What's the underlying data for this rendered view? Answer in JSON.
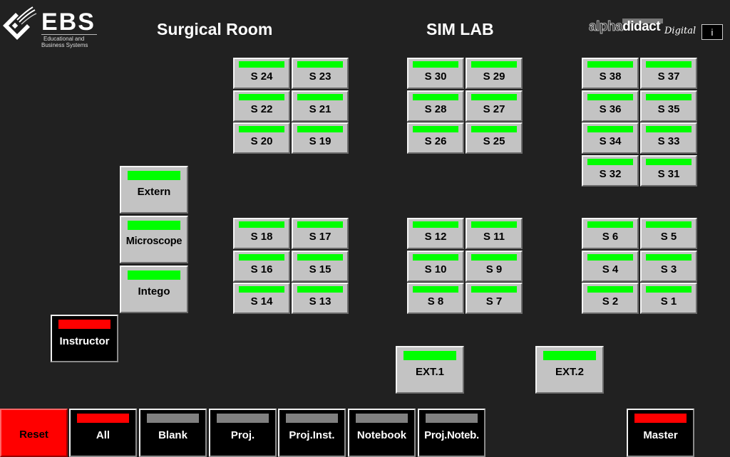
{
  "header": {
    "logo": {
      "name": "EBS",
      "subtitle_line1": "Educational and",
      "subtitle_line2": "Business Systems"
    },
    "title_left": "Surgical Room",
    "title_right": "SIM LAB",
    "brand": {
      "alpha": "alpha",
      "didact": "didact",
      "digital": "Digital"
    },
    "info_button": "i"
  },
  "colors": {
    "led_on": "#00ff00",
    "led_red": "#ff0000",
    "led_off": "#808080",
    "button_gray": "#c3c3c3",
    "background": "#212121"
  },
  "seats": {
    "group1_top": [
      "S 24",
      "S 23",
      "S 22",
      "S 21",
      "S 20",
      "S 19"
    ],
    "group2_top": [
      "S 30",
      "S 29",
      "S 28",
      "S 27",
      "S 26",
      "S 25"
    ],
    "group3_top": [
      "S 38",
      "S 37",
      "S 36",
      "S 35",
      "S 34",
      "S 33",
      "S 32",
      "S 31"
    ],
    "group1_bottom": [
      "S 18",
      "S 17",
      "S 16",
      "S 15",
      "S 14",
      "S 13"
    ],
    "group2_bottom": [
      "S 12",
      "S 11",
      "S 10",
      "S 9",
      "S 8",
      "S 7"
    ],
    "group3_bottom": [
      "S 6",
      "S 5",
      "S 4",
      "S 3",
      "S 2",
      "S 1"
    ]
  },
  "sources": [
    "Extern",
    "Microscope",
    "Intego"
  ],
  "instructor": "Instructor",
  "externals": [
    "EXT.1",
    "EXT.2"
  ],
  "bottom_bar": {
    "reset": "Reset",
    "all": "All",
    "blank": "Blank",
    "proj": "Proj.",
    "proj_inst": "Proj.Inst.",
    "notebook": "Notebook",
    "proj_noteb": "Proj.Noteb.",
    "master": "Master"
  }
}
